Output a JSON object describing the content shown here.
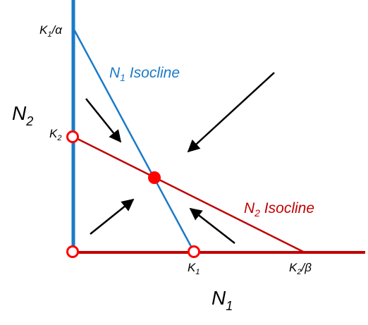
{
  "axes": {
    "x_label": {
      "main": "N",
      "sub": "1"
    },
    "y_label": {
      "main": "N",
      "sub": "2"
    }
  },
  "isoclines": {
    "n1": {
      "main": "N",
      "sub": "1",
      "suffix": " Isocline",
      "color": "#1a7ac8"
    },
    "n2": {
      "main": "N",
      "sub": "2",
      "suffix": " Isocline",
      "color": "#c00000"
    }
  },
  "intercepts": {
    "k1_over_alpha": {
      "main": "K",
      "sub": "1",
      "suffix": "/α"
    },
    "k2": {
      "main": "K",
      "sub": "2",
      "suffix": ""
    },
    "k1": {
      "main": "K",
      "sub": "1",
      "suffix": ""
    },
    "k2_over_beta": {
      "main": "K",
      "sub": "2",
      "suffix": "/β"
    }
  },
  "equilibria": {
    "stable_color": "#ff0000",
    "unstable_color": "#ff0000",
    "count_unstable": 3,
    "count_stable": 1
  },
  "arrows": {
    "color": "#000000",
    "count": 4
  }
}
